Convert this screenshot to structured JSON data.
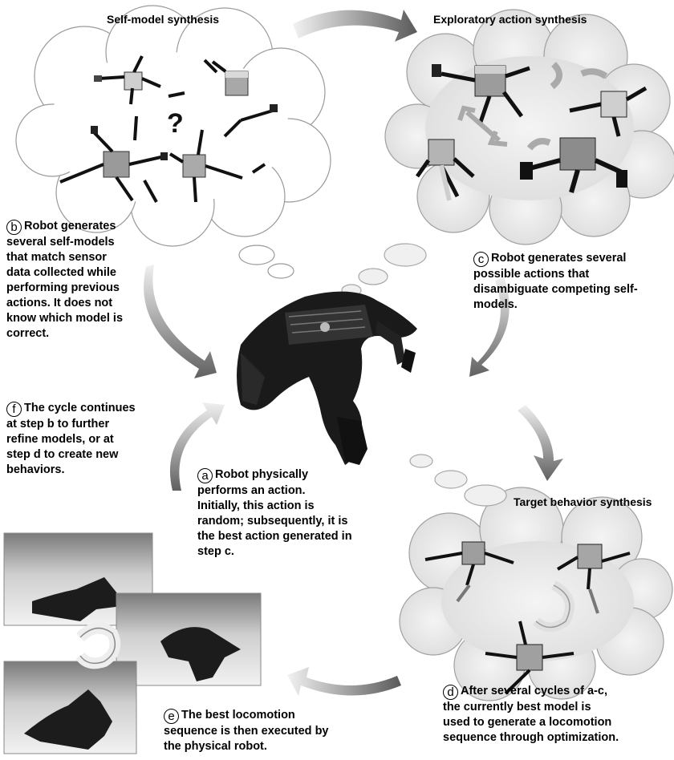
{
  "titles": {
    "self_model": "Self-model synthesis",
    "exploratory": "Exploratory action synthesis",
    "target": "Target behavior synthesis"
  },
  "question_mark": "?",
  "steps": {
    "b": {
      "letter": "b",
      "lines": [
        "Robot generates",
        "several self-models",
        "that match sensor",
        "data collected while",
        "performing previous",
        "actions. It does not",
        "know which model is",
        "correct."
      ]
    },
    "c": {
      "letter": "c",
      "lines": [
        "Robot generates several",
        "possible actions that",
        "disambiguate competing self-",
        "models."
      ]
    },
    "f": {
      "letter": "f",
      "line1": "The cycle continues",
      "line2_pre": "at step ",
      "line2_bold": "b",
      "line2_post": " to further",
      "line3": "refine models, or at",
      "line4_pre": "step ",
      "line4_bold": "d",
      "line4_post": " to create new",
      "line5": "behaviors."
    },
    "a": {
      "letter": "a",
      "lines": [
        "Robot physically",
        "performs an action.",
        "Initially, this action is",
        "random; subsequently, it is",
        "the best action generated in"
      ],
      "last_pre": "step ",
      "last_bold": "c",
      "last_post": "."
    },
    "d": {
      "letter": "d",
      "line1_pre": "After several cycles of ",
      "line1_bold": "a-c",
      "line1_post": ",",
      "lines": [
        "the currently best model is",
        "used to generate a locomotion",
        "sequence through optimization."
      ]
    },
    "e": {
      "letter": "e",
      "lines": [
        "The best locomotion",
        "sequence is then executed by",
        "the physical robot."
      ]
    }
  }
}
